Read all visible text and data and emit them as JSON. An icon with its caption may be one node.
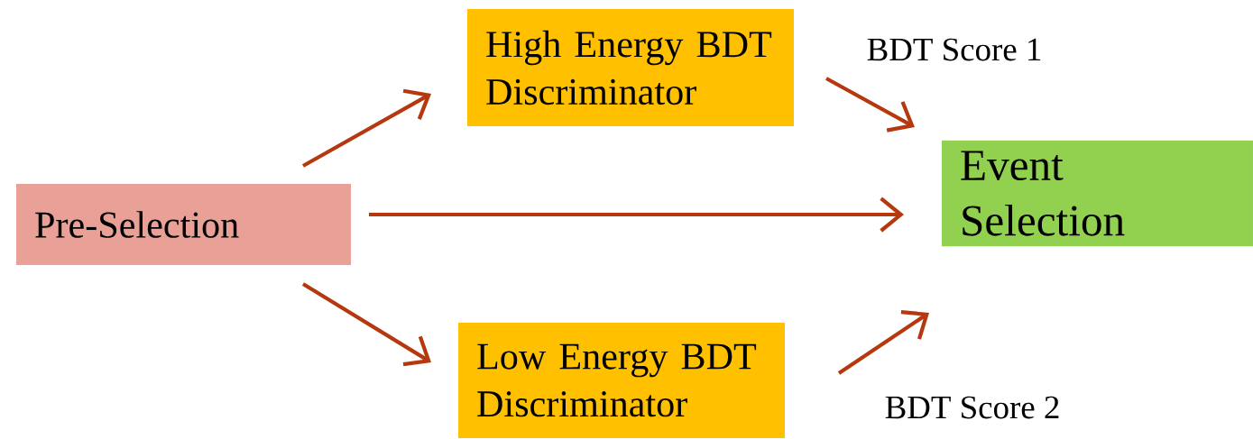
{
  "diagram": {
    "nodes": [
      {
        "text": [
          "Pre-Selection"
        ]
      },
      {
        "text": [
          "High Energy BDT Discriminator"
        ]
      },
      {
        "text": [
          "Low Energy BDT Discriminator"
        ]
      },
      {
        "text": [
          "Event Selection"
        ]
      }
    ],
    "edges": [
      {
        "from": 0,
        "to": 1,
        "arrow": "to"
      },
      {
        "from": 0,
        "to": 3,
        "arrow": "to"
      },
      {
        "from": 0,
        "to": 2,
        "arrow": "to"
      },
      {
        "from": 1,
        "to": 3,
        "arrow": "to",
        "label": "BDT Score 1"
      },
      {
        "from": 2,
        "to": 3,
        "arrow": "to",
        "label": "BDT Score 2"
      }
    ]
  }
}
